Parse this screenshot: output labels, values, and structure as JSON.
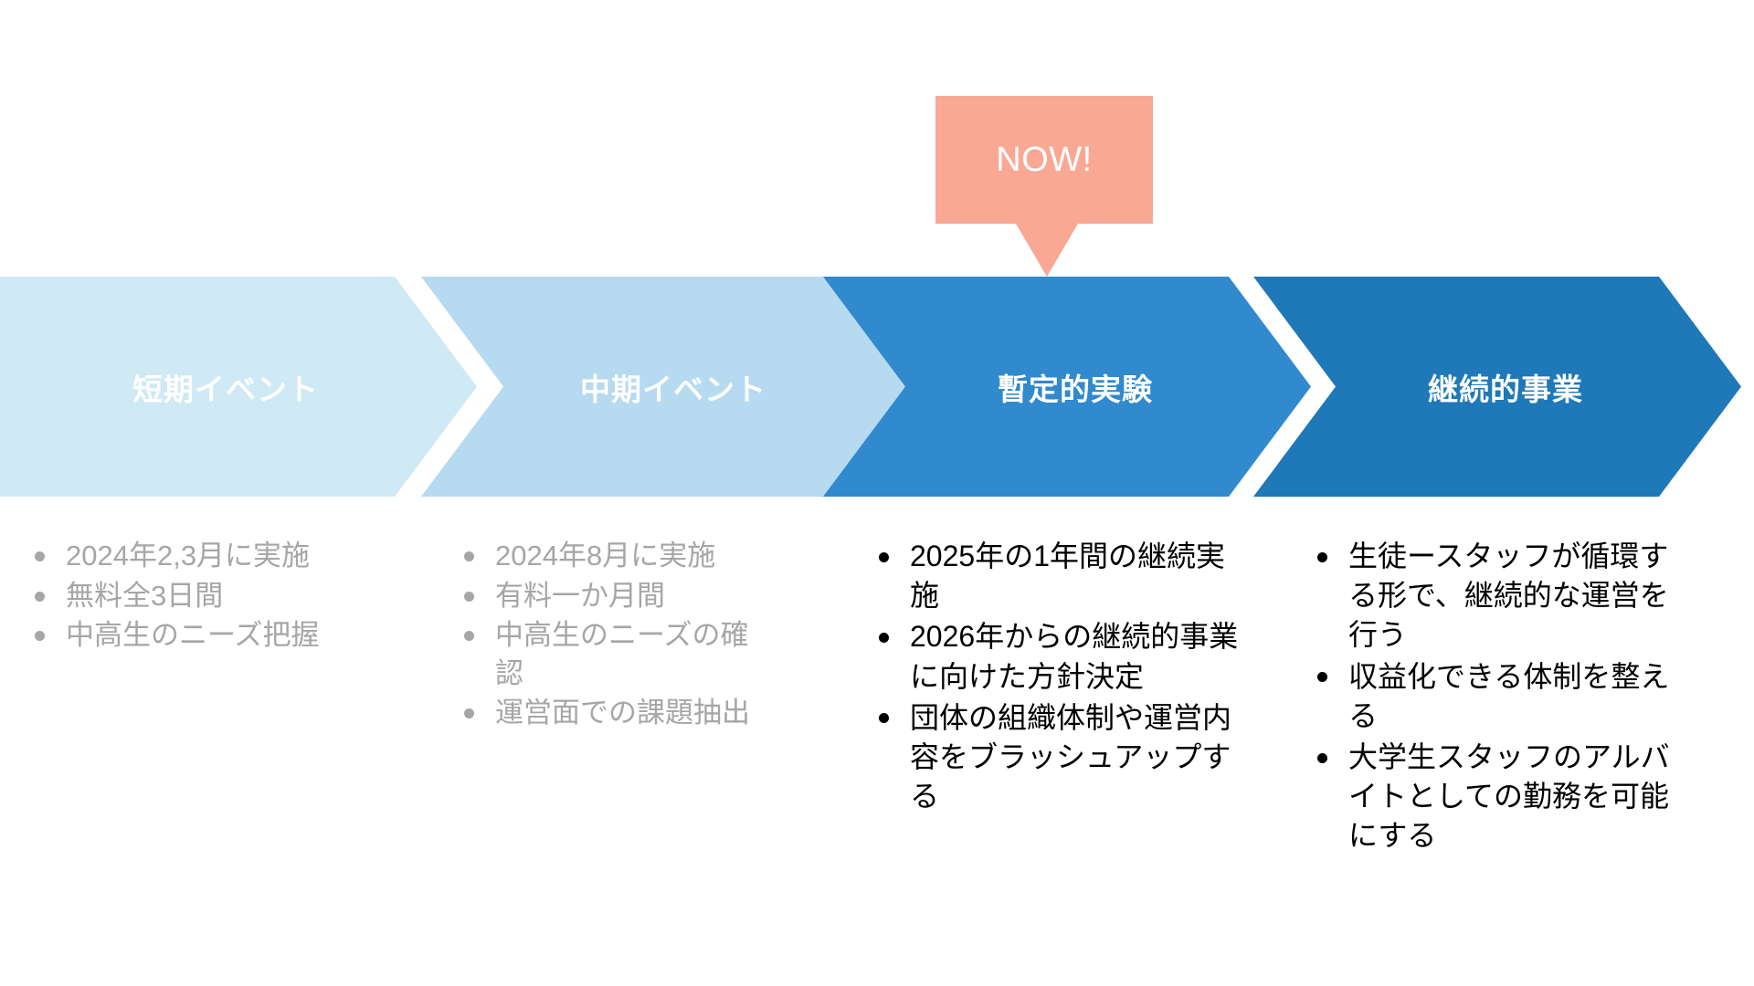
{
  "callout": {
    "label": "NOW!",
    "color": "#f9a894",
    "text_color": "#ffffff",
    "points_to_stage": 3
  },
  "process": {
    "stages": [
      {
        "label": "短期イベント",
        "color": "#cfe9f5",
        "label_color": "#ffffff",
        "state": "past",
        "bullets": [
          "2024年2,3月に実施",
          "無料全3日間",
          "中高生のニーズ把握"
        ],
        "bullet_color": "#a6a6a6"
      },
      {
        "label": "中期イベント",
        "color": "#b6daf0",
        "label_color": "#ffffff",
        "state": "past",
        "bullets": [
          "2024年8月に実施",
          "有料一か月間",
          "中高生のニーズの確認",
          "運営面での課題抽出"
        ],
        "bullet_color": "#a6a6a6"
      },
      {
        "label": "暫定的実験",
        "color": "#3189ce",
        "label_color": "#ffffff",
        "state": "current",
        "bullets": [
          "2025年の1年間の継続実施",
          "2026年からの継続的事業に向けた方針決定",
          "団体の組織体制や運営内容をブラッシュアップする"
        ],
        "bullet_color": "#000000"
      },
      {
        "label": "継続的事業",
        "color": "#1f78b8",
        "label_color": "#ffffff",
        "state": "future",
        "bullets": [
          "生徒ースタッフが循環する形で、継続的な運営を行う",
          "収益化できる体制を整える",
          "大学生スタッフのアルバイトとしての勤務を可能にする"
        ],
        "bullet_color": "#000000"
      }
    ]
  }
}
